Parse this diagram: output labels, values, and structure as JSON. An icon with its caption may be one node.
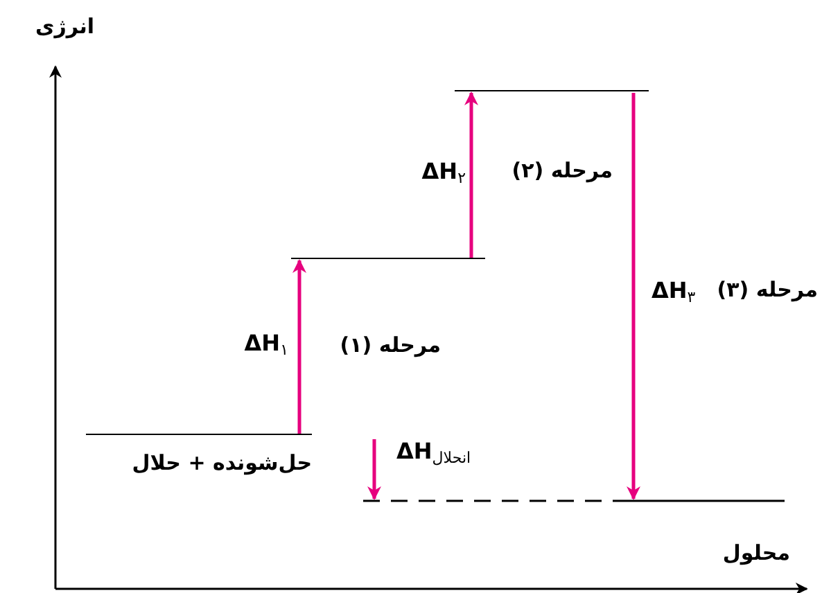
{
  "diagram": {
    "nodes": [
      {
        "text": [
          "حل‌شونده + حلال"
        ]
      },
      {
        "text": [],
        "shape": "bar"
      },
      {
        "text": [],
        "shape": "bar"
      },
      {
        "text": [],
        "shape": "bar"
      }
    ],
    "edges": [
      {
        "from": 0,
        "to": 1,
        "arrow": "to",
        "label": "ΔH$_{۱}$"
      },
      {
        "from": 1,
        "to": 2,
        "arrow": "to",
        "label": "ΔH$_{۲}$"
      },
      {
        "from": 2,
        "to": 3,
        "arrow": "to",
        "label": "ΔH$_{۳}$"
      },
      {
        "from": null,
        "to": 3,
        "arrow": "to",
        "label": "ΔH$_{انحلال}$"
      }
    ],
    "labels": [
      "انرژی",
      "مرحله (۲)",
      "مرحله (۳)",
      "مرحله (۱)",
      "محلول"
    ]
  }
}
